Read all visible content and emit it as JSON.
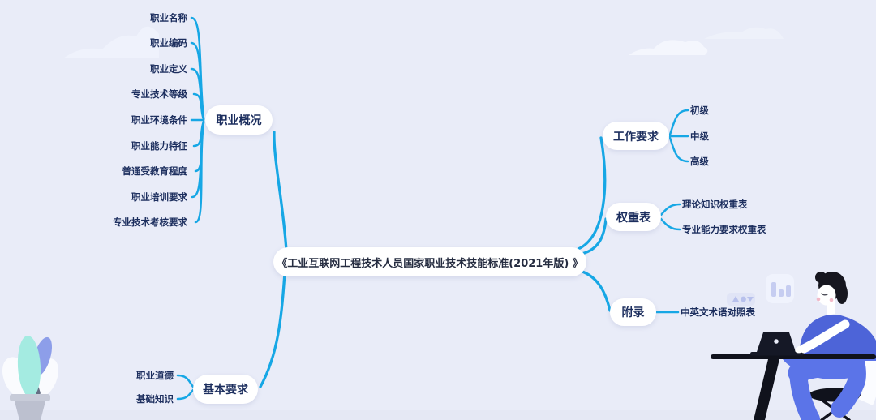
{
  "colors": {
    "background": "#e9ecf8",
    "branch_line": "#16a7e5",
    "node_background": "#ffffff",
    "node_text": "#1c2e5e",
    "root_text": "#252c40",
    "illustration_shirt": "#4d64d8",
    "illustration_pants": "#5b74e8",
    "illustration_desk": "#10121c",
    "plant_teal": "#a4ebe1",
    "plant_purple": "#8d9ee9",
    "plant_pot": "#c0c4d2"
  },
  "mindmap": {
    "root": {
      "label": "《工业互联网工程技术人员国家职业技术技能标准(2021年版) 》"
    },
    "branches": [
      {
        "label": "职业概况",
        "children": [
          "职业名称",
          "职业编码",
          "职业定义",
          "专业技术等级",
          "职业环境条件",
          "职业能力特征",
          "普通受教育程度",
          "职业培训要求",
          "专业技术考核要求"
        ]
      },
      {
        "label": "基本要求",
        "children": [
          "职业道德",
          "基础知识"
        ]
      },
      {
        "label": "工作要求",
        "children": [
          "初级",
          "中级",
          "高级"
        ]
      },
      {
        "label": "权重表",
        "children": [
          "理论知识权重表",
          "专业能力要求权重表"
        ]
      },
      {
        "label": "附录",
        "children": [
          "中英文术语对照表"
        ]
      }
    ]
  },
  "decorations": {
    "clouds": "cloud-shapes",
    "plant": "potted-plant-illustration",
    "bar_chart_card": "bar-chart-icon",
    "shapes_card": "shapes-icon",
    "person": "person-working-at-desk-illustration"
  }
}
